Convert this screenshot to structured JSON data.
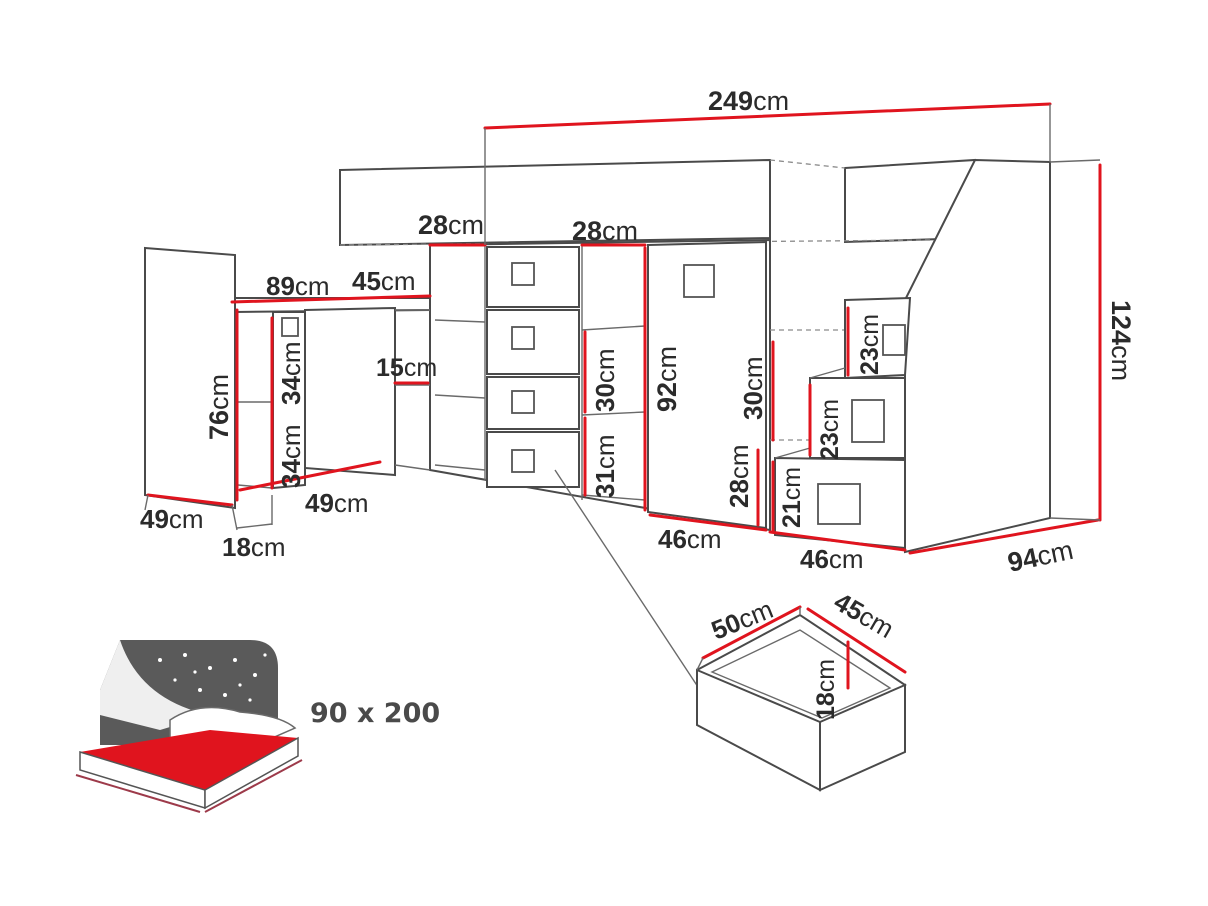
{
  "dimensions": [
    {
      "id": "total-length",
      "value": "249",
      "unit": "cm"
    },
    {
      "id": "total-height",
      "value": "124",
      "unit": "cm"
    },
    {
      "id": "total-depth",
      "value": "94",
      "unit": "cm"
    },
    {
      "id": "compartment-a",
      "value": "28",
      "unit": "cm"
    },
    {
      "id": "compartment-b",
      "value": "28",
      "unit": "cm"
    },
    {
      "id": "desk-width",
      "value": "89",
      "unit": "cm"
    },
    {
      "id": "desk-depth",
      "value": "45",
      "unit": "cm"
    },
    {
      "id": "desk-shelf",
      "value": "15",
      "unit": "cm"
    },
    {
      "id": "desk-height",
      "value": "76",
      "unit": "cm"
    },
    {
      "id": "desk-upper-shelf",
      "value": "34",
      "unit": "cm"
    },
    {
      "id": "desk-lower-shelf",
      "value": "34",
      "unit": "cm"
    },
    {
      "id": "desk-side-depth",
      "value": "49",
      "unit": "cm"
    },
    {
      "id": "desk-panel-width",
      "value": "18",
      "unit": "cm"
    },
    {
      "id": "desk-base",
      "value": "49",
      "unit": "cm"
    },
    {
      "id": "shelf-upper",
      "value": "30",
      "unit": "cm"
    },
    {
      "id": "shelf-lower",
      "value": "31",
      "unit": "cm"
    },
    {
      "id": "wardrobe-height",
      "value": "92",
      "unit": "cm"
    },
    {
      "id": "stair-niche-upper",
      "value": "30",
      "unit": "cm"
    },
    {
      "id": "stair-niche-lower",
      "value": "28",
      "unit": "cm"
    },
    {
      "id": "wardrobe-width",
      "value": "46",
      "unit": "cm"
    },
    {
      "id": "stair-step-1",
      "value": "23",
      "unit": "cm"
    },
    {
      "id": "stair-step-2",
      "value": "23",
      "unit": "cm"
    },
    {
      "id": "stair-step-3",
      "value": "21",
      "unit": "cm"
    },
    {
      "id": "stair-width",
      "value": "46",
      "unit": "cm"
    },
    {
      "id": "drawer-width",
      "value": "50",
      "unit": "cm"
    },
    {
      "id": "drawer-depth",
      "value": "45",
      "unit": "cm"
    },
    {
      "id": "drawer-height",
      "value": "18",
      "unit": "cm"
    }
  ],
  "mattress": {
    "size_label": "90 x 200"
  },
  "colors": {
    "accent": "#e0141e",
    "line": "#4a4a4a",
    "panel": "#5a5a5a"
  }
}
